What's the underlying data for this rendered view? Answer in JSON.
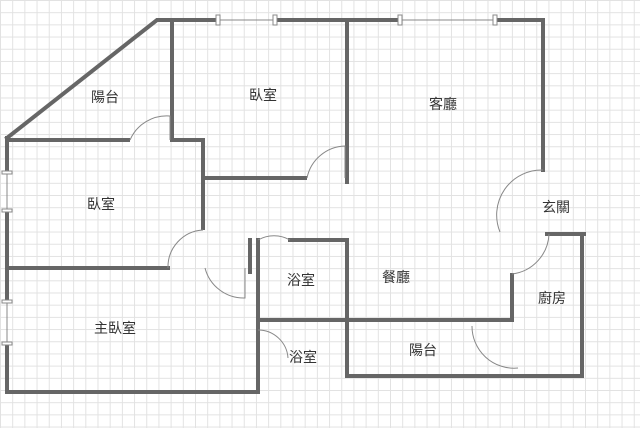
{
  "rooms": [
    {
      "id": "balcony-nw",
      "label": "陽台"
    },
    {
      "id": "bedroom-n",
      "label": "臥室"
    },
    {
      "id": "living-room",
      "label": "客廳"
    },
    {
      "id": "bedroom-w",
      "label": "臥室"
    },
    {
      "id": "entrance",
      "label": "玄關"
    },
    {
      "id": "bathroom-1",
      "label": "浴室"
    },
    {
      "id": "dining-room",
      "label": "餐廳"
    },
    {
      "id": "kitchen",
      "label": "廚房"
    },
    {
      "id": "master-bedroom",
      "label": "主臥室"
    },
    {
      "id": "bathroom-2",
      "label": "浴室"
    },
    {
      "id": "balcony-s",
      "label": "陽台"
    }
  ],
  "colors": {
    "wall": "#666666",
    "door": "#888888",
    "grid": "#e2e2e2"
  }
}
